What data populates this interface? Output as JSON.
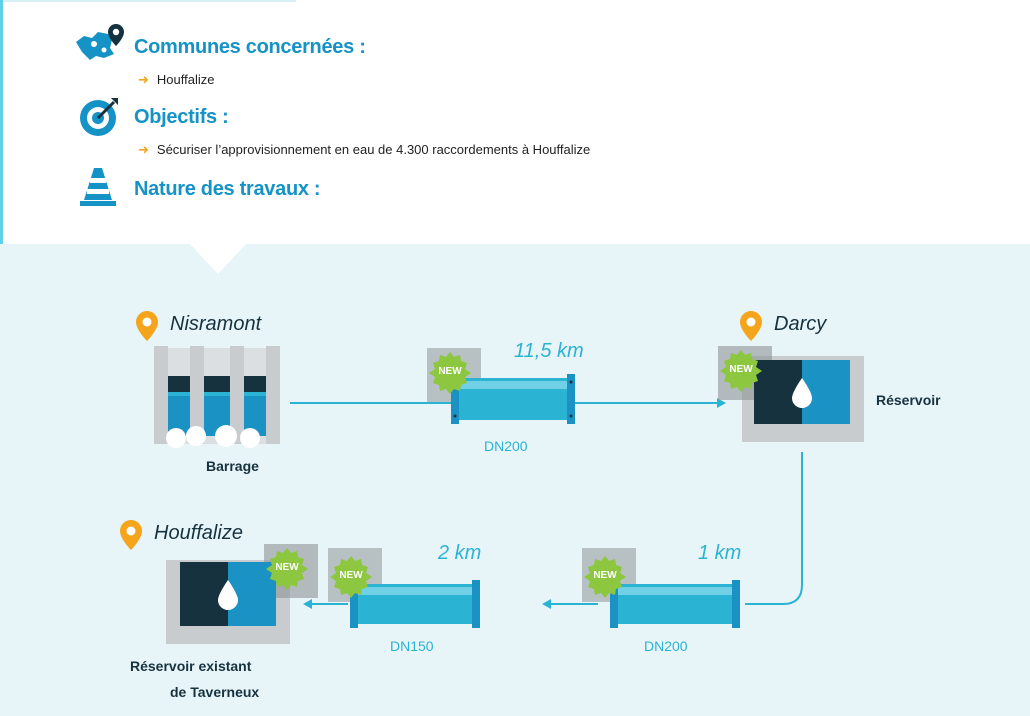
{
  "info": {
    "communes": {
      "title": "Communes concernées :",
      "items": [
        "Houffalize"
      ]
    },
    "objectifs": {
      "title": "Objectifs :",
      "items": [
        "Sécuriser l’approvisionnement en eau de 4.300 raccordements à Houffalize"
      ]
    },
    "travaux": {
      "title": "Nature des travaux :"
    }
  },
  "diagram": {
    "places": {
      "nisramont": "Nisramont",
      "darcy": "Darcy",
      "houffalize": "Houffalize"
    },
    "labels": {
      "barrage": "Barrage",
      "reservoir": "Réservoir",
      "reservoir_existant_1": "Réservoir existant",
      "reservoir_existant_2": "de Taverneux"
    },
    "pipes": [
      {
        "distance": "11,5 km",
        "diameter": "DN200",
        "badge": "NEW"
      },
      {
        "distance": "1 km",
        "diameter": "DN200",
        "badge": "NEW"
      },
      {
        "distance": "2 km",
        "diameter": "DN150",
        "badge": "NEW"
      }
    ],
    "badges": {
      "darcy": "NEW",
      "houffalize": "NEW"
    }
  },
  "colors": {
    "heading": "#1592c6",
    "accent": "#f4a51c",
    "pipe": "#2ab3d2",
    "dark": "#16323f",
    "panel": "#e8f5f8",
    "badge": "#8dc63f"
  },
  "icons": [
    "map-pin-icon",
    "target-icon",
    "traffic-cone-icon",
    "location-pin-icon",
    "water-drop-icon",
    "new-badge-icon"
  ]
}
